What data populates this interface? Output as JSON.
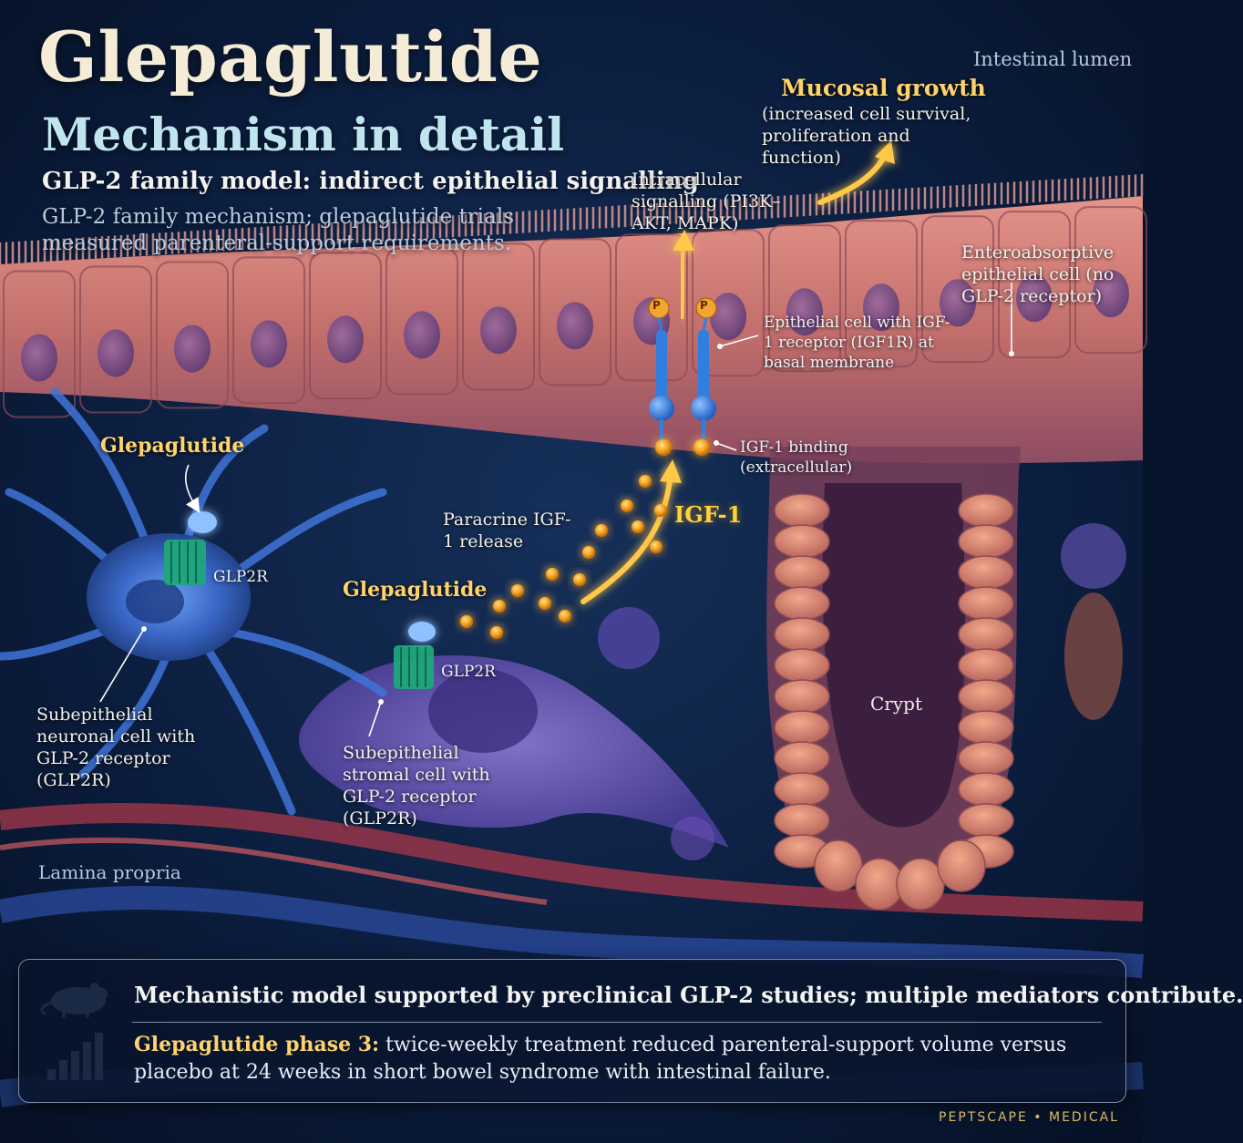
{
  "title": "Glepaglutide",
  "subtitle": "Mechanism in detail",
  "model_heading": "GLP-2 family model: indirect epithelial signalling",
  "model_note": "GLP-2 family mechanism; glepaglutide trials measured parenteral-support requirements.",
  "regions": {
    "lumen": "Intestinal lumen",
    "lamina": "Lamina propria",
    "crypt": "Crypt"
  },
  "mucosal": {
    "heading": "Mucosal growth",
    "body": "(increased cell survival, proliferation and function)"
  },
  "intracellular": "Intracellular signalling (PI3K–AKT, MAPK)",
  "enterocyte": "Enteroabsorptive epithelial cell (no GLP-2 receptor)",
  "epithelial_igf1r": "Epithelial cell with IGF-1 receptor (IGF1R) at basal membrane",
  "igf_binding": "IGF-1 binding (extracellular)",
  "igf_label": "IGF-1",
  "paracrine": "Paracrine IGF-1 release",
  "phospho_label": "P",
  "neuron": {
    "drug": "Glepaglutide",
    "receptor": "GLP2R",
    "caption": "Subepithelial neuronal cell with GLP-2 receptor (GLP2R)"
  },
  "stromal": {
    "drug": "Glepaglutide",
    "receptor": "GLP2R",
    "caption": "Subepithelial stromal cell with GLP-2 receptor (GLP2R)"
  },
  "panel": {
    "evidence": "Mechanistic model supported by preclinical GLP-2 studies; multiple mediators contribute.",
    "trial_label": "Glepaglutide phase 3:",
    "trial_text": " twice-weekly treatment reduced parenteral-support volume versus placebo at 24 weeks in short bowel syndrome with intestinal failure.",
    "mouse_icon": "mouse-icon",
    "chart_icon": "bar-chart-icon"
  },
  "footer": "PEPTSCAPE • MEDICAL",
  "colors": {
    "background": "#07152c",
    "accent_gold": "#ffd36b",
    "igf_orange": "#f7a21f",
    "receptor_blue": "#2f7ee0",
    "glp2r_teal": "#1fa67a",
    "epithelium": "#c0706a"
  }
}
